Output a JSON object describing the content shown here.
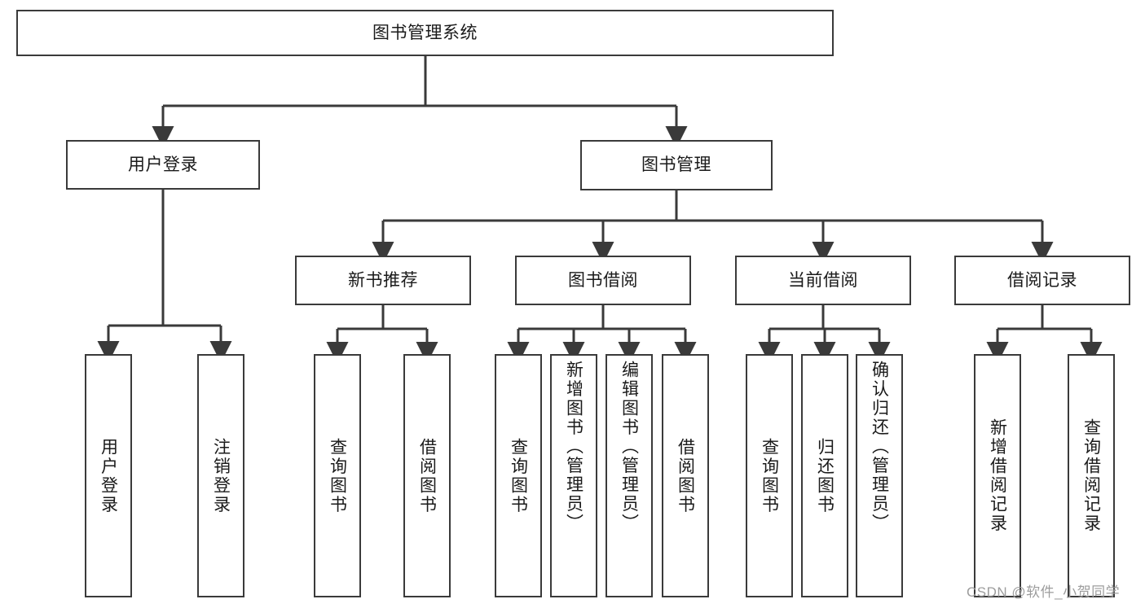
{
  "diagram": {
    "title": "图书管理系统",
    "watermark": "CSDN @软件_小贺同学",
    "colors": {
      "stroke": "#3a3a3a",
      "fill": "#ffffff",
      "text": "#1a1a1a",
      "watermark": "#9c9c9c"
    },
    "levels": {
      "root": {
        "label": "图书管理系统"
      },
      "level2": [
        {
          "label": "用户登录"
        },
        {
          "label": "图书管理"
        }
      ],
      "level3": [
        {
          "label": "新书推荐"
        },
        {
          "label": "图书借阅"
        },
        {
          "label": "当前借阅"
        },
        {
          "label": "借阅记录"
        }
      ],
      "leaves": {
        "user_login": [
          {
            "label": "用户登录"
          },
          {
            "label": "注销登录"
          }
        ],
        "new_book_recommend": [
          {
            "label": "查询图书"
          },
          {
            "label": "借阅图书"
          }
        ],
        "book_borrow": [
          {
            "label": "查询图书"
          },
          {
            "label": "新增图书（管理员）"
          },
          {
            "label": "编辑图书（管理员）"
          },
          {
            "label": "借阅图书"
          }
        ],
        "current_borrow": [
          {
            "label": "查询图书"
          },
          {
            "label": "归还图书"
          },
          {
            "label": "确认归还（管理员）"
          }
        ],
        "borrow_record": [
          {
            "label": "新增借阅记录"
          },
          {
            "label": "查询借阅记录"
          }
        ]
      }
    }
  }
}
